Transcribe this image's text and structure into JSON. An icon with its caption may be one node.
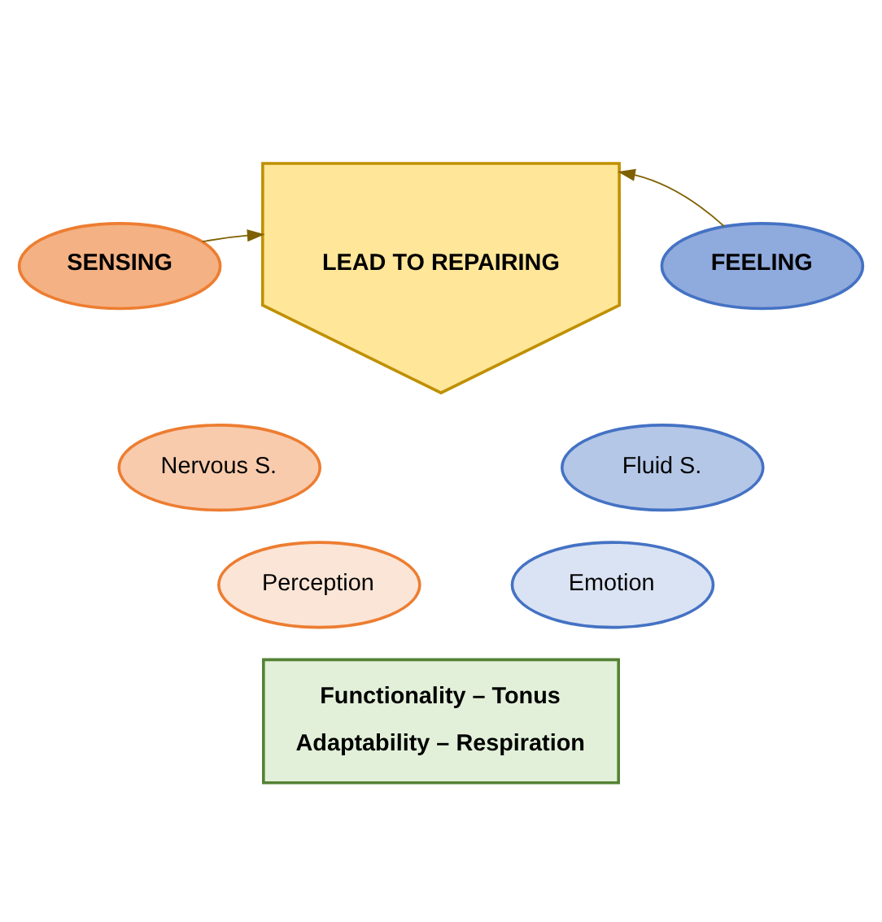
{
  "diagram": {
    "nodes": [
      {
        "text": [
          "SENSING"
        ]
      },
      {
        "text": [
          "Nervous S."
        ]
      },
      {
        "text": [
          "Perception"
        ]
      },
      {
        "text": [
          "FEELING"
        ]
      },
      {
        "text": [
          "Fluid S."
        ]
      },
      {
        "text": [
          "Emotion"
        ]
      },
      {
        "text": [
          "LEAD TO REPAIRING"
        ]
      },
      {
        "text": [
          "Functionality – Tonus",
          "Adaptability – Respiration"
        ]
      }
    ],
    "edges": [
      {
        "from": 0,
        "to": 6,
        "arrow": "to",
        "color": "#7f6000"
      },
      {
        "from": 3,
        "to": 6,
        "arrow": "to",
        "color": "#7f6000"
      }
    ]
  }
}
